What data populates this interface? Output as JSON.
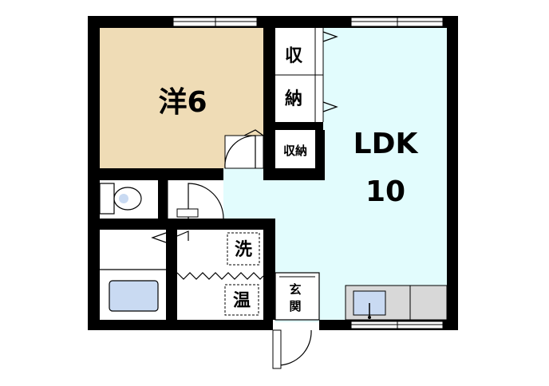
{
  "rooms": {
    "western": "洋6",
    "storage_top": "収\n納",
    "storage_top_line1": "収",
    "storage_top_line2": "納",
    "storage_small": "収納",
    "ldk": "LDK",
    "ldk_size": "10",
    "washer": "洗",
    "water_heater": "温",
    "entrance_line1": "玄",
    "entrance_line2": "関"
  },
  "colors": {
    "western_room": "#efdcb6",
    "ldk": "#e2fcfd",
    "fixtures": "#c9daf2",
    "kitchen": "#d8d8d8",
    "wall": "#000000"
  }
}
